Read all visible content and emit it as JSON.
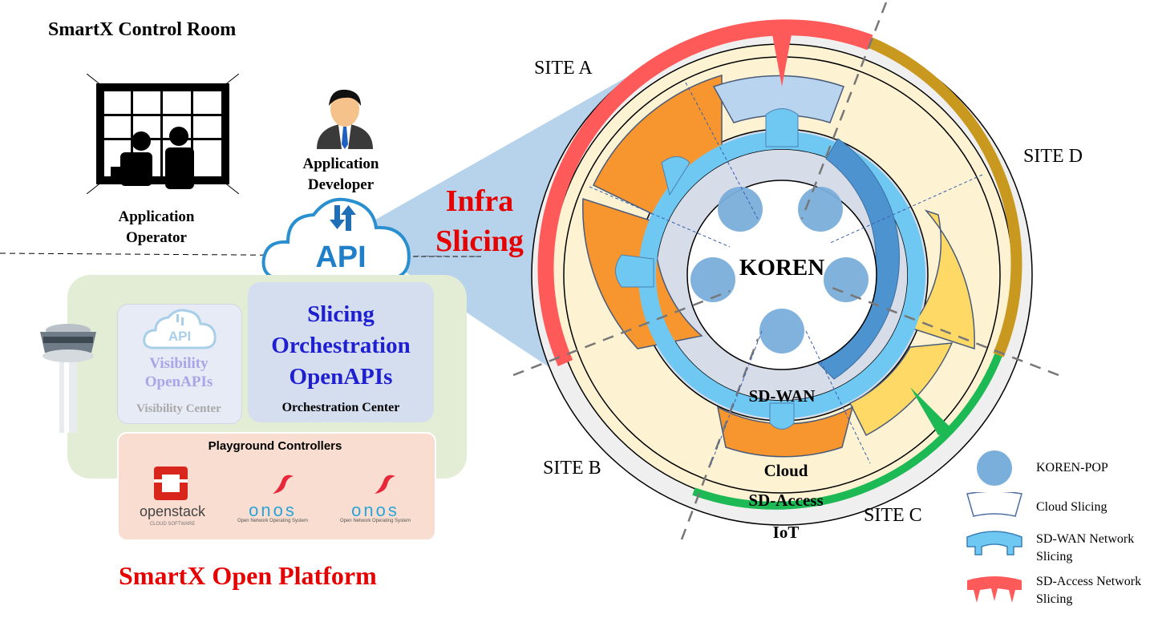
{
  "control_room": {
    "title": "SmartX Control Room",
    "operator_label": "Application Operator",
    "developer_label": "Application Developer"
  },
  "api_cloud_label": "API",
  "infra_slicing": "Infra Slicing",
  "platform": {
    "name": "SmartX Open Platform",
    "visibility": {
      "icon_label": "API",
      "title": "Visibility OpenAPIs",
      "center": "Visibility Center"
    },
    "orchestration": {
      "title": "Slicing Orchestration OpenAPIs",
      "center": "Orchestration Center"
    },
    "playground": {
      "title": "Playground Controllers",
      "openstack_name": "openstack",
      "openstack_sub": "CLOUD SOFTWARE",
      "onos_name": "onos",
      "onos_sub": "Open Network Operating System"
    }
  },
  "ring": {
    "center_label": "KOREN",
    "sdwan_label": "SD-WAN",
    "cloud_label": "Cloud",
    "sdaccess_label": "SD-Access",
    "iot_label": "IoT",
    "sites": [
      "SITE A",
      "SITE B",
      "SITE C",
      "SITE D"
    ]
  },
  "legend": [
    {
      "icon": "koren-pop-icon",
      "label": "KOREN-POP"
    },
    {
      "icon": "cloud-slicing-icon",
      "label": "Cloud Slicing"
    },
    {
      "icon": "sdwan-slicing-icon",
      "label": "SD-WAN Network Slicing"
    },
    {
      "icon": "sdaccess-slicing-icon",
      "label": "SD-Access Network Slicing"
    }
  ],
  "colors": {
    "red": "#e60000",
    "orange": "#f7962e",
    "yellow": "#ffd966",
    "light_blue": "#6ec8f2",
    "pop_blue": "#7aaedb",
    "dark_blue": "#4d93d0",
    "green": "#1db954",
    "gold": "#c9991f",
    "sd_access_red": "#ff5a5a",
    "cream": "#fdf2d2",
    "orchestration_blue": "#1f1fd2"
  }
}
